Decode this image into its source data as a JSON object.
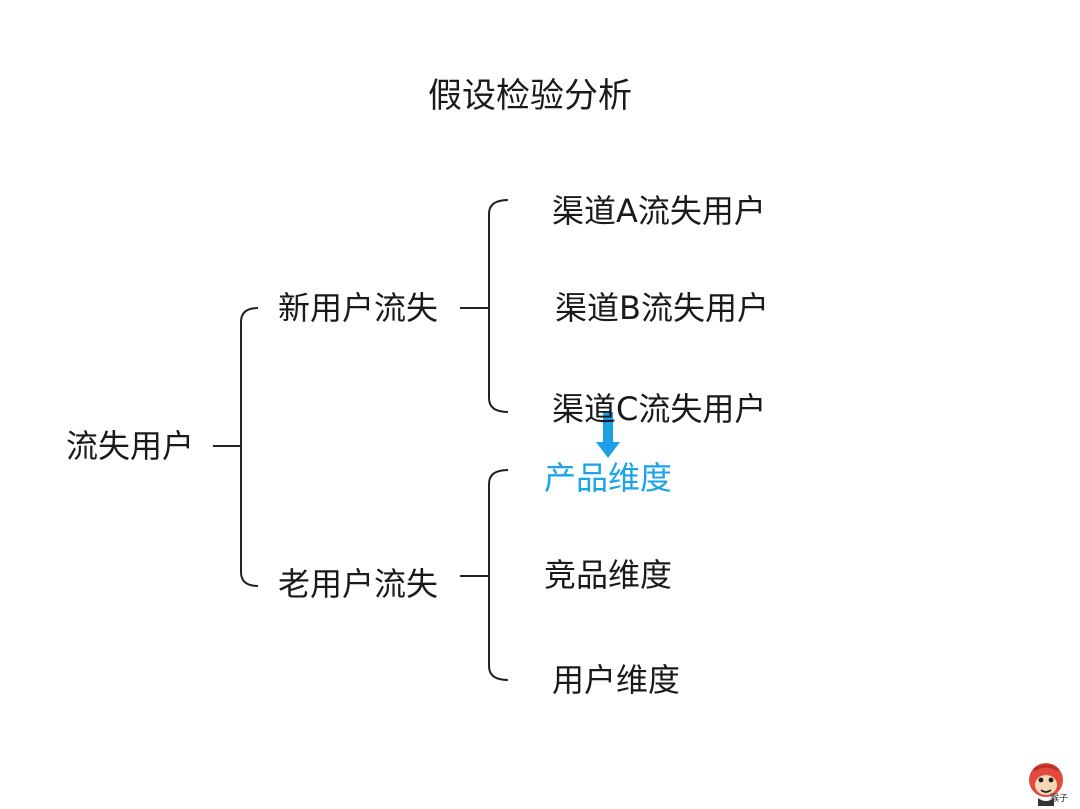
{
  "title": "假设检验分析",
  "root": {
    "label": "流失用户"
  },
  "branches": [
    {
      "label": "新用户流失",
      "children": [
        "渠道A流失用户",
        "渠道B流失用户",
        "渠道C流失用户"
      ]
    },
    {
      "label": "老用户流失",
      "children": [
        "产品维度",
        "竞品维度",
        "用户维度"
      ]
    }
  ],
  "highlight_color": "#1aa3e8",
  "arrow_color": "#1e9fe6",
  "watermark": {
    "text": "猴子",
    "icon": "monkey-face-icon"
  }
}
